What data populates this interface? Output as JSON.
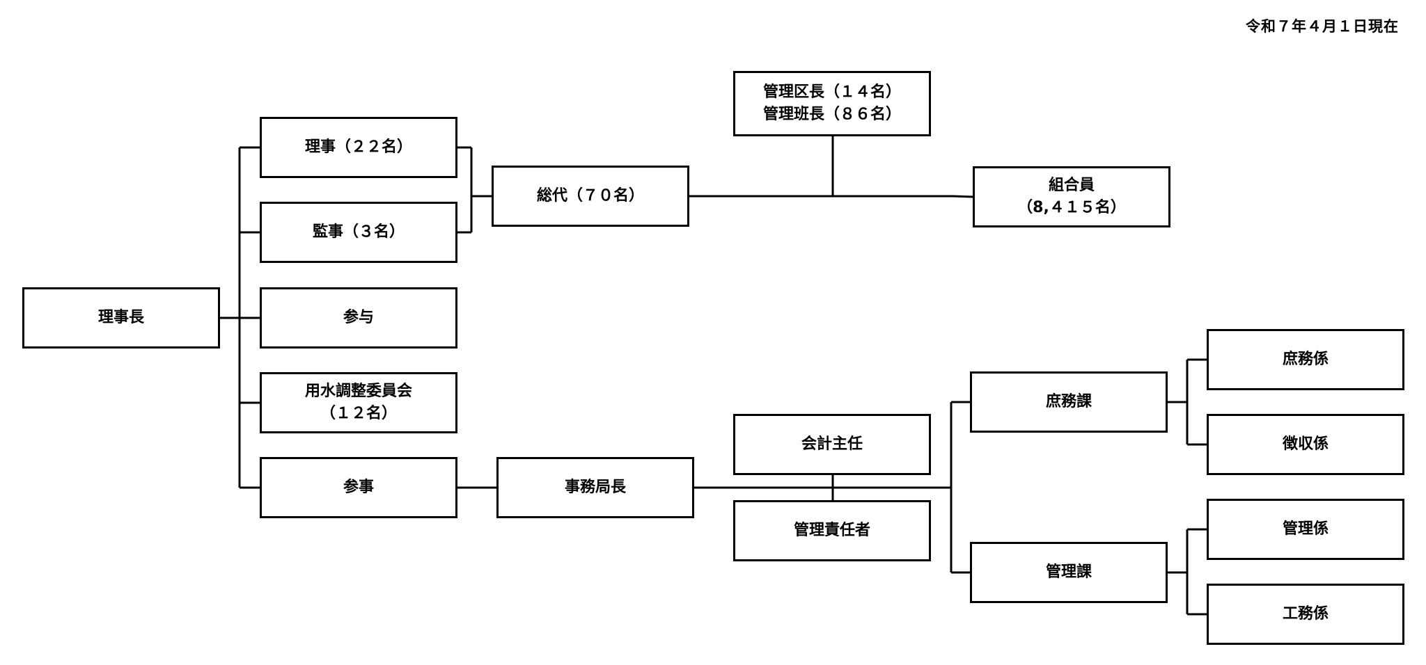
{
  "date": "令和７年４月１日現在",
  "nodes": {
    "chairman": "理事長",
    "directors": "理事（２２名）",
    "auditors": "監事（３名）",
    "councilor": "参与",
    "water_committee": [
      "用水調整委員会",
      "（１２名）"
    ],
    "secretary": "参事",
    "delegates": "総代（７０名）",
    "district_heads": [
      "管理区長（１４名）",
      "管理班長（８６名）"
    ],
    "members": [
      "組合員",
      "（8,４１５名）"
    ],
    "secretariat_director": "事務局長",
    "accountant": "会計主任",
    "manager_in_charge": "管理責任者",
    "general_affairs_section": "庶務課",
    "management_section": "管理課",
    "general_affairs_unit": "庶務係",
    "collection_unit": "徴収係",
    "management_unit": "管理係",
    "construction_unit": "工務係"
  }
}
